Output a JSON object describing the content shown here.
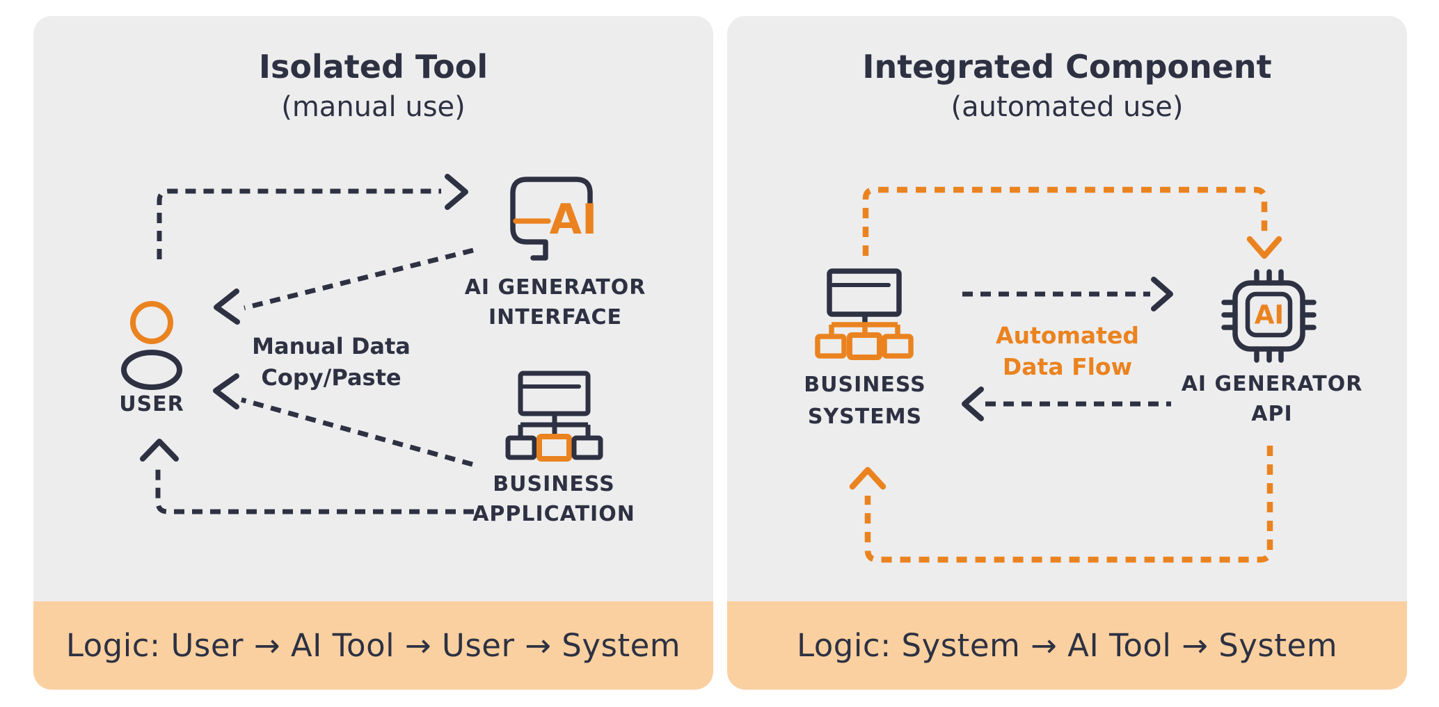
{
  "colors": {
    "navy": "#2D3142",
    "orange": "#EA831F",
    "panel_bg": "#EDEDEE",
    "footer_bg": "#FAD0A0",
    "page_bg": "#FFFFFF"
  },
  "panels": [
    {
      "title": "Isolated Tool",
      "subtitle": "(manual use)",
      "nodes": {
        "user": {
          "label": "USER"
        },
        "ai_interface": {
          "icon_text": "AI",
          "label_line1": "AI GENERATOR",
          "label_line2": "INTERFACE"
        },
        "business_application": {
          "label_line1": "BUSINESS",
          "label_line2": "APPLICATION"
        }
      },
      "flow_label": {
        "line1": "Manual Data",
        "line2": "Copy/Paste"
      },
      "footer": "Logic: User → AI Tool → User → System"
    },
    {
      "title": "Integrated Component",
      "subtitle": "(automated use)",
      "nodes": {
        "business_systems": {
          "label_line1": "BUSINESS",
          "label_line2": "SYSTEMS"
        },
        "ai_api": {
          "icon_text": "AI",
          "label_line1": "AI GENERATOR",
          "label_line2": "API"
        }
      },
      "flow_label": {
        "line1": "Automated",
        "line2": "Data Flow"
      },
      "footer": "Logic: System → AI Tool → System"
    }
  ]
}
